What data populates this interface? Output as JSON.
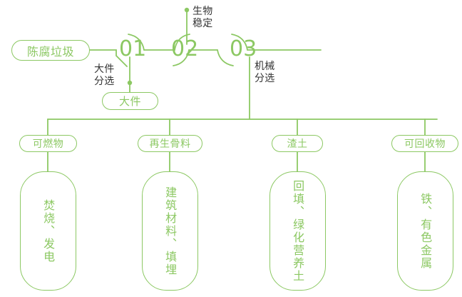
{
  "theme": {
    "accent_green": "#8cc863",
    "label_dark": "#333333",
    "background": "#ffffff"
  },
  "diagram": {
    "type": "process-flow-tree",
    "source": {
      "label": "陈腐垃圾"
    },
    "stages": [
      {
        "number": "01",
        "annotation": "大件\n分选",
        "output": {
          "label": "大件"
        }
      },
      {
        "number": "02",
        "annotation": "生物\n稳定",
        "output": null
      },
      {
        "number": "03",
        "annotation": "机械\n分选",
        "output": null
      }
    ],
    "branches": [
      {
        "category": "可燃物",
        "destination": "焚烧、发电"
      },
      {
        "category": "再生骨料",
        "destination": "建筑材料、填埋"
      },
      {
        "category": "渣土",
        "destination": "回填、绿化营养土"
      },
      {
        "category": "可回收物",
        "destination": "铁、有色金属"
      }
    ]
  }
}
